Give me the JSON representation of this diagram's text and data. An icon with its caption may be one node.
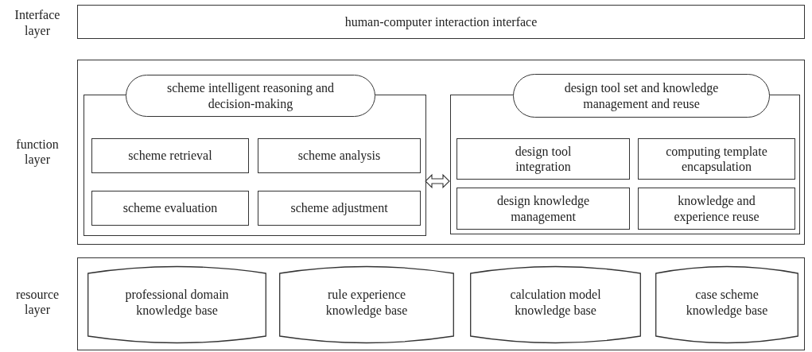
{
  "diagram": {
    "nodes": [
      {
        "text": [
          "Interface layer",
          "human-computer interaction interface"
        ]
      },
      {
        "text": [
          "function layer"
        ]
      },
      {
        "text": [
          "scheme intelligent reasoning and decision-making"
        ],
        "in": 1
      },
      {
        "text": [
          "scheme retrieval"
        ],
        "in": 2
      },
      {
        "text": [
          "scheme analysis"
        ],
        "in": 2
      },
      {
        "text": [
          "scheme evaluation"
        ],
        "in": 2
      },
      {
        "text": [
          "scheme adjustment"
        ],
        "in": 2
      },
      {
        "text": [
          "design tool set and knowledge management and reuse"
        ],
        "in": 1
      },
      {
        "text": [
          "design tool integration"
        ],
        "in": 7
      },
      {
        "text": [
          "computing template encapsulation"
        ],
        "in": 7
      },
      {
        "text": [
          "design knowledge management"
        ],
        "in": 7
      },
      {
        "text": [
          "knowledge and experience reuse"
        ],
        "in": 7
      },
      {
        "text": [
          "resource layer"
        ]
      },
      {
        "text": [
          "professional domain knowledge base"
        ],
        "in": 12
      },
      {
        "text": [
          "rule experience knowledge base"
        ],
        "in": 12
      },
      {
        "text": [
          "calculation model knowledge base"
        ],
        "in": 12
      },
      {
        "text": [
          "case scheme knowledge base"
        ],
        "in": 12
      }
    ],
    "edges": [
      {
        "from": 2,
        "to": 7,
        "arrow": "both"
      }
    ]
  }
}
